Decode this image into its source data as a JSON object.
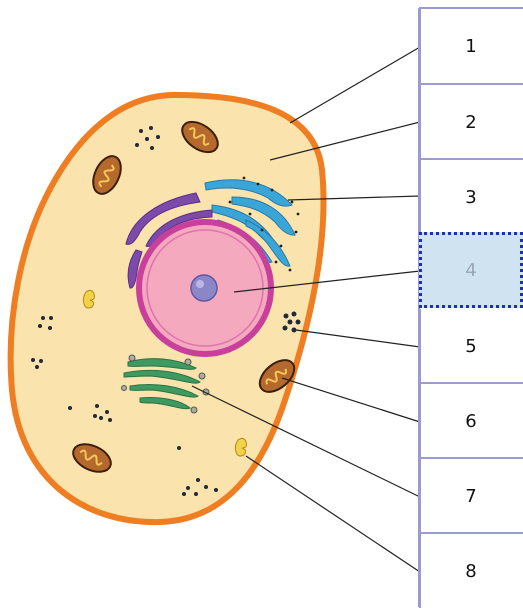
{
  "labels": [
    {
      "number": "1",
      "selected": false
    },
    {
      "number": "2",
      "selected": false
    },
    {
      "number": "3",
      "selected": false
    },
    {
      "number": "4",
      "selected": true
    },
    {
      "number": "5",
      "selected": false
    },
    {
      "number": "6",
      "selected": false
    },
    {
      "number": "7",
      "selected": false
    },
    {
      "number": "8",
      "selected": false
    }
  ],
  "colors": {
    "membrane": "#ef7d22",
    "cytoplasm": "#fbe3ad",
    "nucleus_envelope": "#c83f9c",
    "nucleus": "#f4a9be",
    "nucleolus": "#8b86c8",
    "golgi": "#3d9a60",
    "er_rough": "#3aa6d8",
    "er_smooth": "#7c4aa8",
    "mitochondria": "#b6692d",
    "lysosome": "#f2d14b",
    "box_border": "#9a9bd0",
    "selected_fill": "#cfe3f1",
    "selected_border": "#1d2fb6"
  }
}
